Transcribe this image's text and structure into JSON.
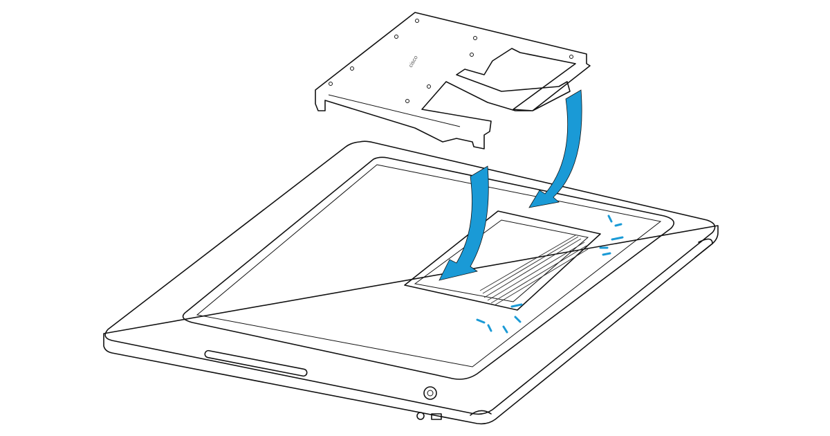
{
  "illustration": {
    "bracket_logo": "cisco",
    "colors": {
      "arrow": "#1a9ad6",
      "bracket": "#b9b9b9",
      "outline": "#111111",
      "device": "#ffffff"
    },
    "elements": [
      "mounting-bracket",
      "device-back-panel",
      "insertion-arrows",
      "click-indicators",
      "power-button",
      "audio-port",
      "usb-port",
      "handle-slot"
    ]
  }
}
